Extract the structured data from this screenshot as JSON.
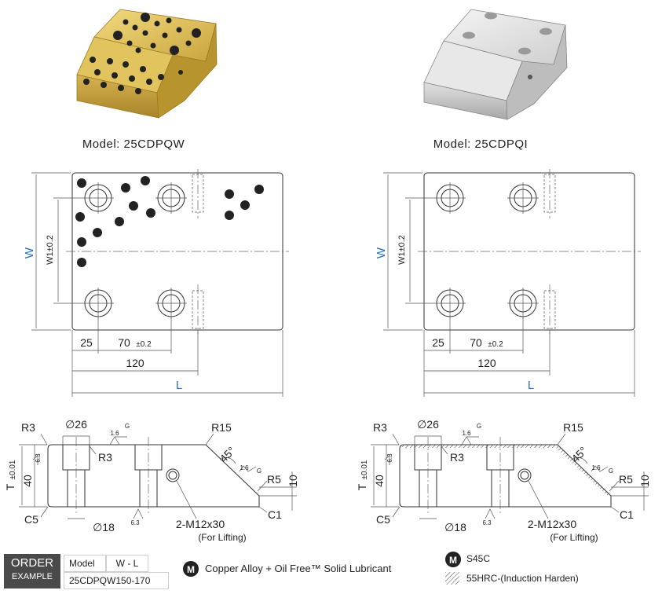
{
  "products": [
    {
      "model_label": "Model: 25CDPQW"
    },
    {
      "model_label": "Model: 25CDPQI"
    }
  ],
  "dims": {
    "W": "W",
    "W1": "W1±0.2",
    "L": "L",
    "d25": "25",
    "d70": "70",
    "tol02": "±0.2",
    "d120": "120",
    "R3": "R3",
    "phi26": "∅26",
    "phi18": "∅18",
    "R15": "R15",
    "R5": "R5",
    "d10": "10",
    "d40": "40",
    "T": "T",
    "tol001": "±0.01",
    "C5": "C5",
    "C1": "C1",
    "a45": "45°",
    "r16": "1.6",
    "r63": "6.3",
    "G": "G",
    "bolt": "2-M12x30",
    "lifting": "(For Lifting)"
  },
  "order": {
    "title": "ORDER",
    "subtitle": "EXAMPLE",
    "model_header": "Model",
    "size_header": "W - L",
    "example": "25CDPQW150-170"
  },
  "legend": {
    "material_icon": "M",
    "copper": "Copper Alloy + Oil Free™ Solid Lubricant",
    "steel": "S45C",
    "hardness": "55HRC-(Induction Harden)"
  },
  "colors": {
    "accent": "#2a73c8",
    "brass": "#c9a53f",
    "steel": "#d9d9d9",
    "order_bg": "#4a4a4a"
  }
}
